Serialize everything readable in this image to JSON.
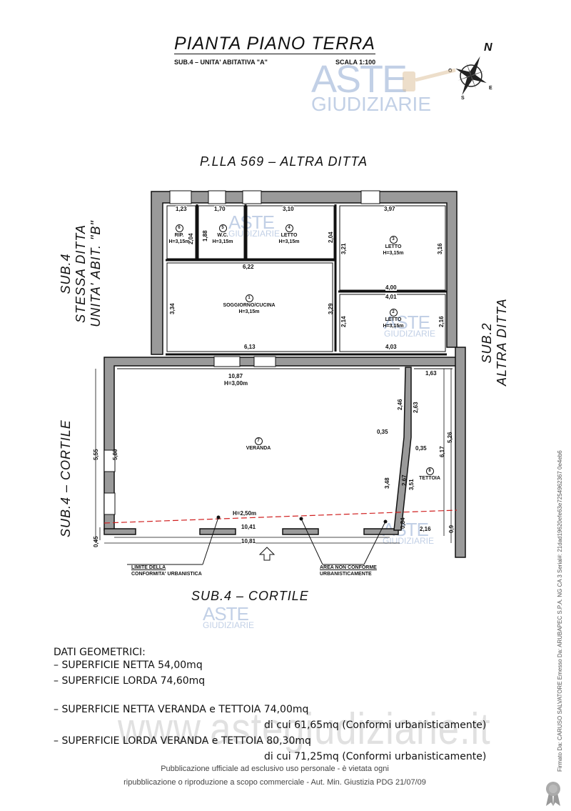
{
  "header": {
    "title": "PIANTA  PIANO  TERRA",
    "subtitle": "SUB.4  –  UNITA'  ABITATIVA  \"A\"",
    "scale": "SCALA  1:100",
    "compass": {
      "n": "N",
      "o": "O",
      "e": "E",
      "s": "S"
    }
  },
  "surroundings": {
    "top": "P.LLA  569  –  ALTRA  DITTA",
    "left_upper": [
      "SUB.4",
      "STESSA  DITTA",
      "UNITA'  ABIT.  \"B\""
    ],
    "left_lower": "SUB.4   –   CORTILE",
    "right": [
      "SUB.2",
      "ALTRA  DITTA"
    ],
    "bottom": "SUB.4  –  CORTILE"
  },
  "rooms": [
    {
      "num": "1",
      "name": "SOGGIORNO/CUCINA",
      "height": "H=3,15m"
    },
    {
      "num": "2",
      "name": "LETTO",
      "height": "H=3,15m"
    },
    {
      "num": "3",
      "name": "LETTO",
      "height": "H=3,15m"
    },
    {
      "num": "4",
      "name": "LETTO",
      "height": "H=3,15m"
    },
    {
      "num": "5",
      "name": "W.C.",
      "height": "H=3,15m"
    },
    {
      "num": "6",
      "name": "RIP.",
      "height": "H=3,15m"
    },
    {
      "num": "7",
      "name": "VERANDA",
      "height": ""
    },
    {
      "num": "8",
      "name": "TETTOIA",
      "height": ""
    }
  ],
  "dimensions": {
    "rip_w": "1,23",
    "rip_h": "2,04",
    "wc_w": "1,70",
    "wc_h": "1,88",
    "letto4_w": "3,10",
    "letto4_h": "2,04",
    "letto3_w": "3,97",
    "letto3_w2": "4,00",
    "letto3_hl": "3,21",
    "letto3_hr": "3,16",
    "letto2_w": "4,01",
    "letto2_w2": "4,03",
    "letto2_hl": "2,14",
    "letto2_hr": "2,16",
    "sogg_w": "6,22",
    "sogg_w2": "6,13",
    "sogg_hl": "3,34",
    "sogg_hr": "3,29",
    "ver_w": "10,87",
    "ver_h": "H=3,00m",
    "ver_h2": "H=2,50m",
    "ver_l1": "5,55",
    "ver_l2": "5,80",
    "ver_l3": "0,45",
    "ver_b1": "10,41",
    "ver_b2": "10,81",
    "ver_r1": "2,46",
    "ver_r2": "3,48",
    "ver_r3": "0,35",
    "tet_w": "1,63",
    "tet_w2": "2,16",
    "tet_l1": "2,63",
    "tet_l2": "2,67",
    "tet_l3": "3,51",
    "tet_l4": "0,84",
    "tet_r1": "5,26",
    "tet_r2": "6,17",
    "tet_r3": "0,9",
    "tet_c": "0,35"
  },
  "notes": {
    "limit": [
      "LIMITE  DELLA",
      "CONFORMITA'  URBANISTICA"
    ],
    "non_conform": [
      "AREA  NON  CONFORME",
      "URBANISTICAMENTE"
    ]
  },
  "geometric_data": {
    "heading": "DATI  GEOMETRICI:",
    "lines": [
      "–  SUPERFICIE  NETTA  54,00mq",
      "–  SUPERFICIE  LORDA  74,60mq",
      "–  SUPERFICIE  NETTA  VERANDA  e  TETTOIA  74,00mq",
      "di  cui  61,65mq  (Conformi  urbanisticamente)",
      "–  SUPERFICIE  LORDA  VERANDA  e  TETTOIA  80,30mq",
      "di  cui  71,25mq  (Conformi  urbanisticamente)"
    ]
  },
  "watermark": {
    "aste": "ASTE",
    "giudiziarie": "GIUDIZIARIE",
    "site": "www.astegiudiziarie.it"
  },
  "footer": {
    "line1": "Pubblicazione ufficiale ad esclusivo uso personale - è vietata ogni",
    "line2": "ripubblicazione o riproduzione a scopo commerciale - Aut. Min. Giustizia PDG 21/07/09"
  },
  "signature": "Firmato Da: CARUSO SALVATORE Emesso Da: ARUBAPEC S.P.A. NG CA 3 Serial#: 21dad19620efe63e7254962367 0e4eb6"
}
